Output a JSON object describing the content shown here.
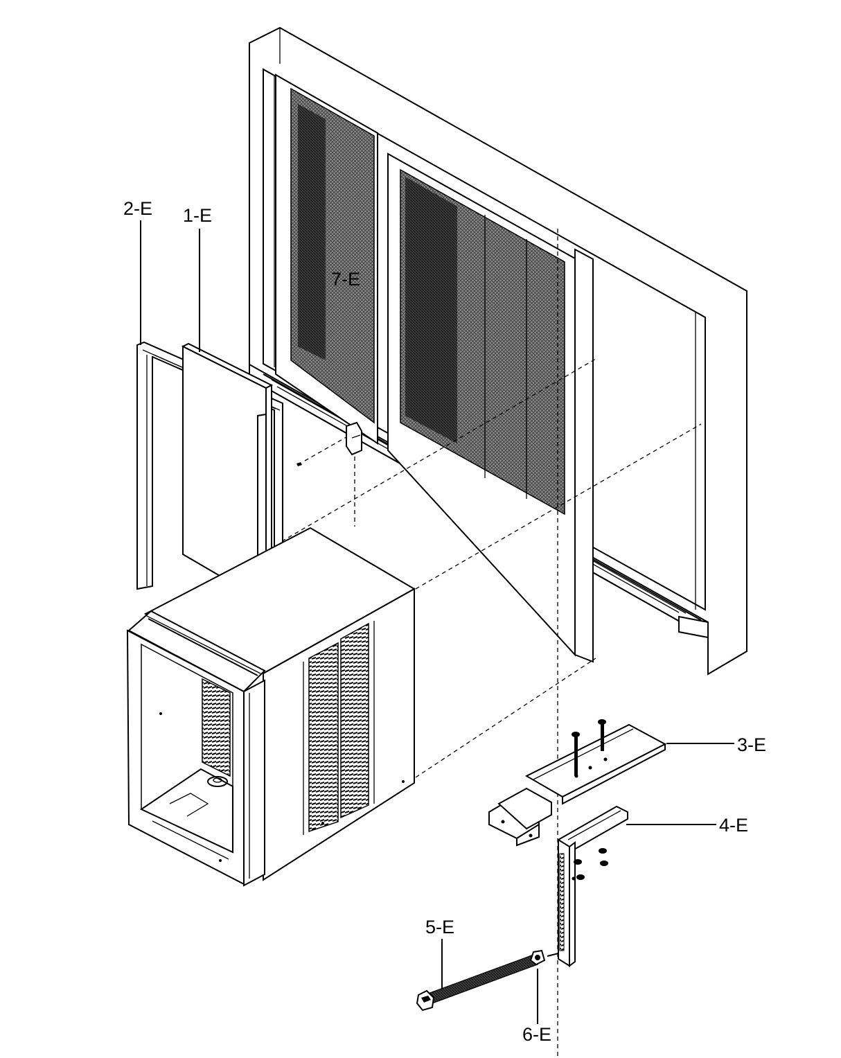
{
  "labels": {
    "part_1": "1-E",
    "part_2": "2-E",
    "part_3": "3-E",
    "part_4": "4-E",
    "part_5": "5-E",
    "part_6": "6-E",
    "part_7": "7-E"
  },
  "colors": {
    "line": "#000000",
    "screen": "#6e6e6e",
    "background": "#ffffff"
  }
}
